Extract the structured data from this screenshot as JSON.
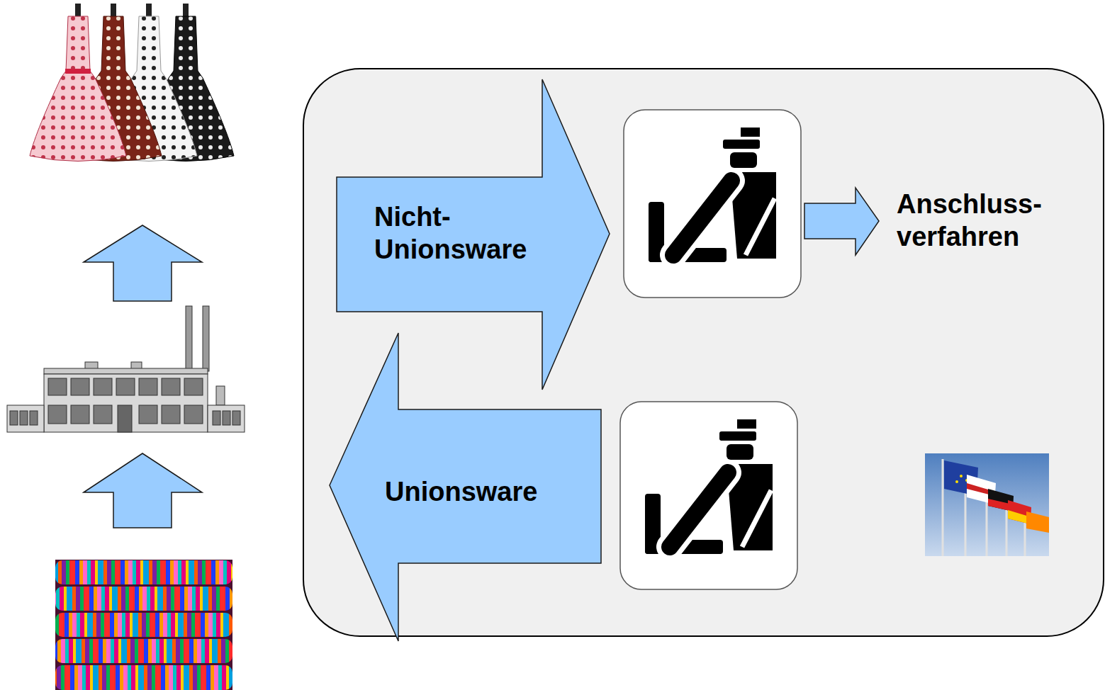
{
  "diagram": {
    "nodes": [
      {
        "text": [
          "Nicht- Unionsware"
        ]
      },
      {
        "text": [
          "Unionsware"
        ]
      }
    ],
    "labels": [
      "Anschluss- verfahren"
    ]
  }
}
